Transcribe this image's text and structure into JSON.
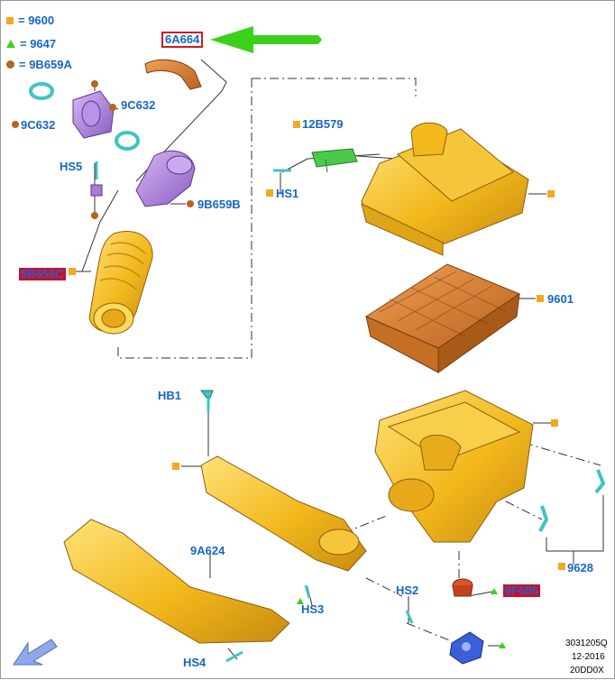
{
  "legend": [
    {
      "symbol": "square",
      "color": "#f5a623",
      "text": "= 9600"
    },
    {
      "symbol": "triangle",
      "color": "#3bd11a",
      "text": "= 9647"
    },
    {
      "symbol": "circle",
      "color": "#b5651d",
      "text": "= 9B659A"
    }
  ],
  "labels": {
    "resonator_top": "6A664",
    "clamp_upper": "9C632",
    "clamp_lower": "9C632",
    "hs5": "HS5",
    "tube_9b659b": "9B659B",
    "duct_redacted": "9B659C",
    "sensor": "12B579",
    "hs1": "HS1",
    "filter": "9601",
    "hb1": "HB1",
    "duct_9a624": "9A624",
    "hs3": "HS3",
    "hs4": "HS4",
    "hs2": "HS2",
    "mount_redacted": "9F686",
    "bracket_9628": "9628"
  },
  "meta": {
    "code": "3031205Q",
    "date": "12-2016",
    "model": "20DD0X"
  },
  "colors": {
    "label_blue": "#1666c6",
    "part_yellow": "#f2b81c",
    "part_orange": "#d9822b",
    "part_purple": "#a77bd6",
    "part_green": "#4cc94c",
    "part_teal": "#3fc4c4",
    "part_blue": "#3b5fd9",
    "arrow_green": "#3bd11a",
    "legend_square": "#f5a623"
  },
  "icons": [
    "green-arrow-icon",
    "back-arrow-icon"
  ]
}
